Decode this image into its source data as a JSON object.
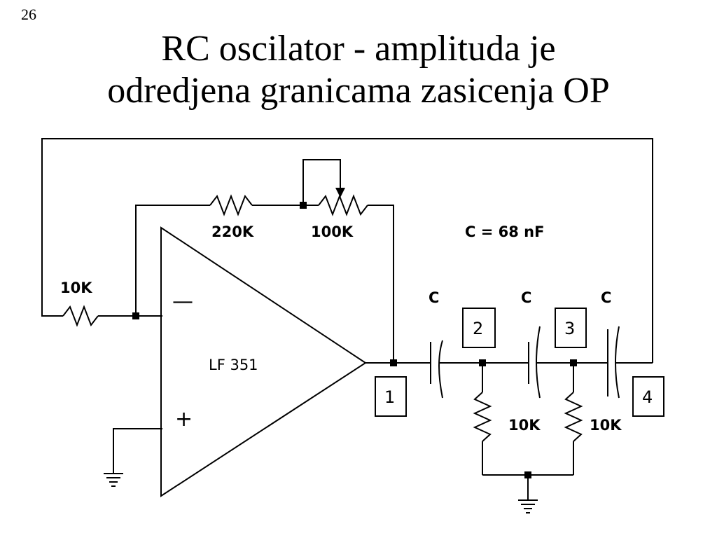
{
  "slide": {
    "number": "26",
    "title_line1": "RC oscilator - amplituda je",
    "title_line2": "odredjena granicama zasicenja OP"
  },
  "circuit": {
    "opamp_label": "LF 351",
    "minus_sign": "—",
    "plus_sign": "+",
    "r_input_label": "10K",
    "r_feedback_label": "220K",
    "pot_label": "100K",
    "cap_value_note": "C = 68 nF",
    "cap1_label": "C",
    "cap2_label": "C",
    "cap3_label": "C",
    "r_shunt1_label": "10K",
    "r_shunt2_label": "10K",
    "node1": "1",
    "node2": "2",
    "node3": "3",
    "node4": "4"
  }
}
